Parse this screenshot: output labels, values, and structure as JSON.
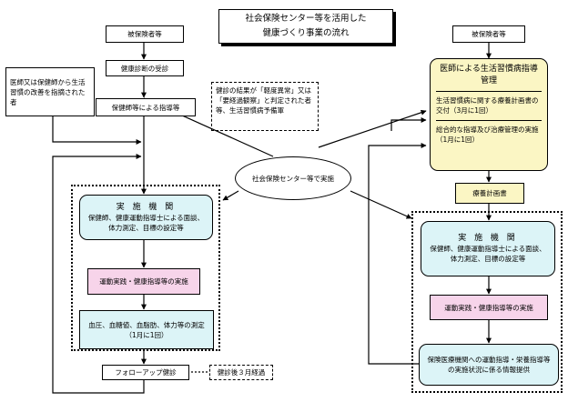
{
  "title": {
    "line1": "社会保険センター等を活用した",
    "line2": "健康づくり事業の流れ"
  },
  "left": {
    "insured": "被保険者等",
    "checkup": "健康診断の受診",
    "guidance": "保健師等による指導等",
    "doctor_note": "医師又は保健師から生活習慣の改善を指摘された者",
    "result_note": "健診の結果が「軽度異常」又は「要経過観察」と判定された者等、生活習慣病予備軍",
    "impl_title": "実 施 機 関",
    "impl_text": "保健師、健康運動指導士による面談、体力測定、目標の設定等",
    "exercise": "運動実践・健康指導等の実施",
    "measure": "血圧、血糖値、血脂肪、体力等の測定（1月に1回）",
    "followup": "フォローアップ健診",
    "after": "健診後３月経過"
  },
  "center": {
    "ellipse": "社会保険センター等で実施"
  },
  "right": {
    "insured": "被保険者等",
    "doctor_title": "医師による生活習慣病指導管理",
    "doctor_item1": "生活習慣病に関する療養計画書の交付（3月に1回）",
    "doctor_item2": "総合的な指導及び治療管理の実施（1月に1回）",
    "plan": "療養計画書",
    "impl_title": "実 施 機 関",
    "impl_text": "保健師、健康運動指導士による面談、体力測定、目標の設定等",
    "exercise": "運動実践・健康指導等の実施",
    "report": "保険医療機関への運動指導・栄養指導等の実施状況に係る情報提供"
  }
}
